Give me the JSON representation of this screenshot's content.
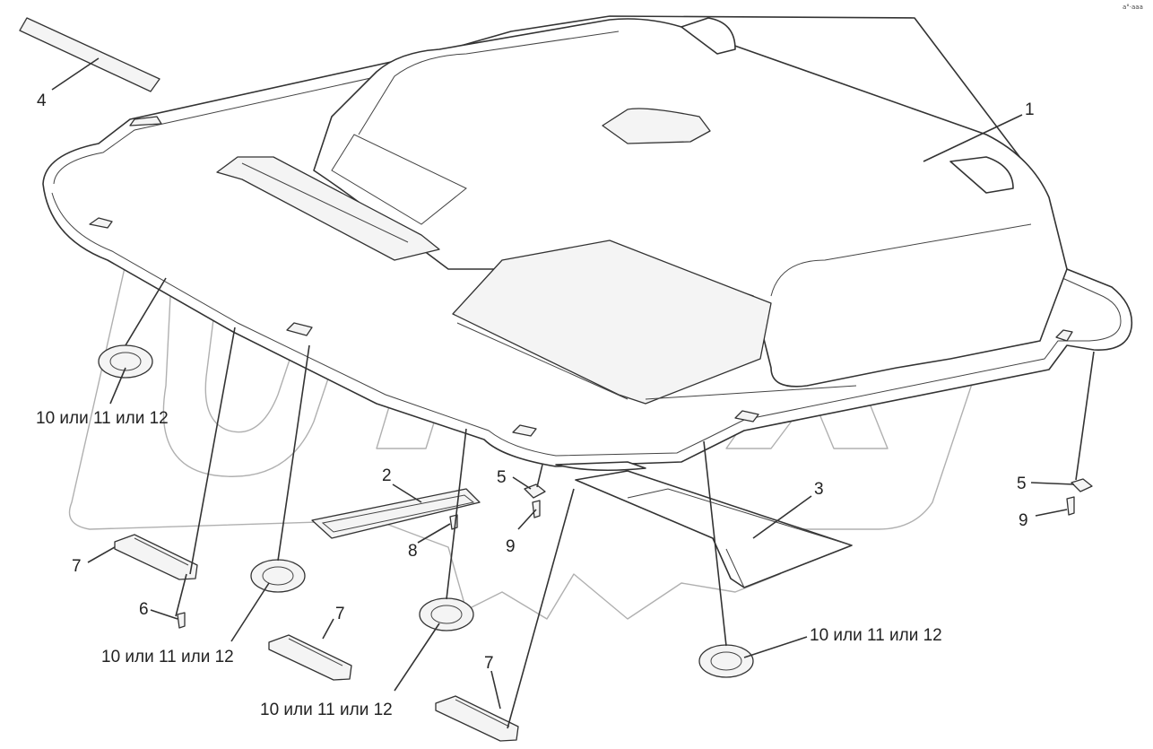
{
  "corner_mark": "а°·ааа",
  "callouts": [
    {
      "id": "1",
      "text": "1"
    },
    {
      "id": "2",
      "text": "2"
    },
    {
      "id": "3",
      "text": "3"
    },
    {
      "id": "4",
      "text": "4"
    },
    {
      "id": "5a",
      "text": "5"
    },
    {
      "id": "5b",
      "text": "5"
    },
    {
      "id": "6",
      "text": "6"
    },
    {
      "id": "7a",
      "text": "7"
    },
    {
      "id": "7b",
      "text": "7"
    },
    {
      "id": "7c",
      "text": "7"
    },
    {
      "id": "8",
      "text": "8"
    },
    {
      "id": "9a",
      "text": "9"
    },
    {
      "id": "9b",
      "text": "9"
    },
    {
      "id": "v1",
      "text": "10 или 11 или 12"
    },
    {
      "id": "v2",
      "text": "10 или 11 или 12"
    },
    {
      "id": "v3",
      "text": "10 или 11 или 12"
    },
    {
      "id": "v4",
      "text": "10 или 11 или 12"
    }
  ]
}
